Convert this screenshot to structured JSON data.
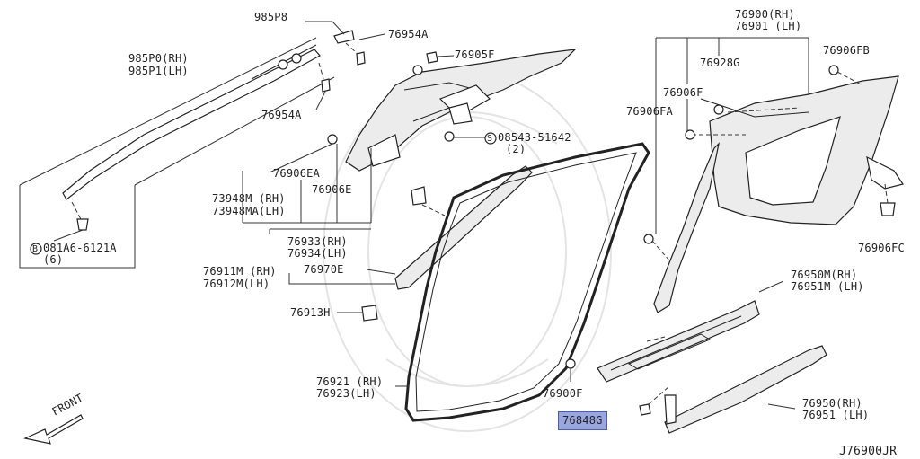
{
  "labels": {
    "p985p8": "985P8",
    "p76954a_top": "76954A",
    "p76905f": "76905F",
    "p985p0": "985P0(RH)",
    "p985p1": "985P1(LH)",
    "p76954a_mid": "76954A",
    "p08543": "08543-51642",
    "p08543_qty": "(2)",
    "p081a6": "081A6-6121A",
    "p081a6_qty": "(6)",
    "p76906ea": "76906EA",
    "p76906e": "76906E",
    "p73948m": "73948M (RH)",
    "p73948ma": "73948MA(LH)",
    "p76933": "76933(RH)",
    "p76934": "76934(LH)",
    "p76911m": "76911M (RH)",
    "p76912m": "76912M(LH)",
    "p76970e": "76970E",
    "p76913h": "76913H",
    "p76921": "76921 (RH)",
    "p76923": "76923(LH)",
    "p76900": "76900(RH)",
    "p76901": "76901 (LH)",
    "p76906fb": "76906FB",
    "p76928g": "76928G",
    "p76906f": "76906F",
    "p76906fa": "76906FA",
    "p76906fc": "76906FC",
    "p76950m": "76950M(RH)",
    "p76951m": "76951M (LH)",
    "p76900f": "76900F",
    "p76848g": "76848G",
    "p76950": "76950(RH)",
    "p76951": "76951 (LH)",
    "front": "FRONT",
    "ref": "J76900JR"
  },
  "symbols": {
    "s_circle": "S",
    "b_circle": "B"
  },
  "colors": {
    "highlight_fill": "#9aa6e0",
    "highlight_border": "#4d5bb0",
    "line": "#333333"
  }
}
